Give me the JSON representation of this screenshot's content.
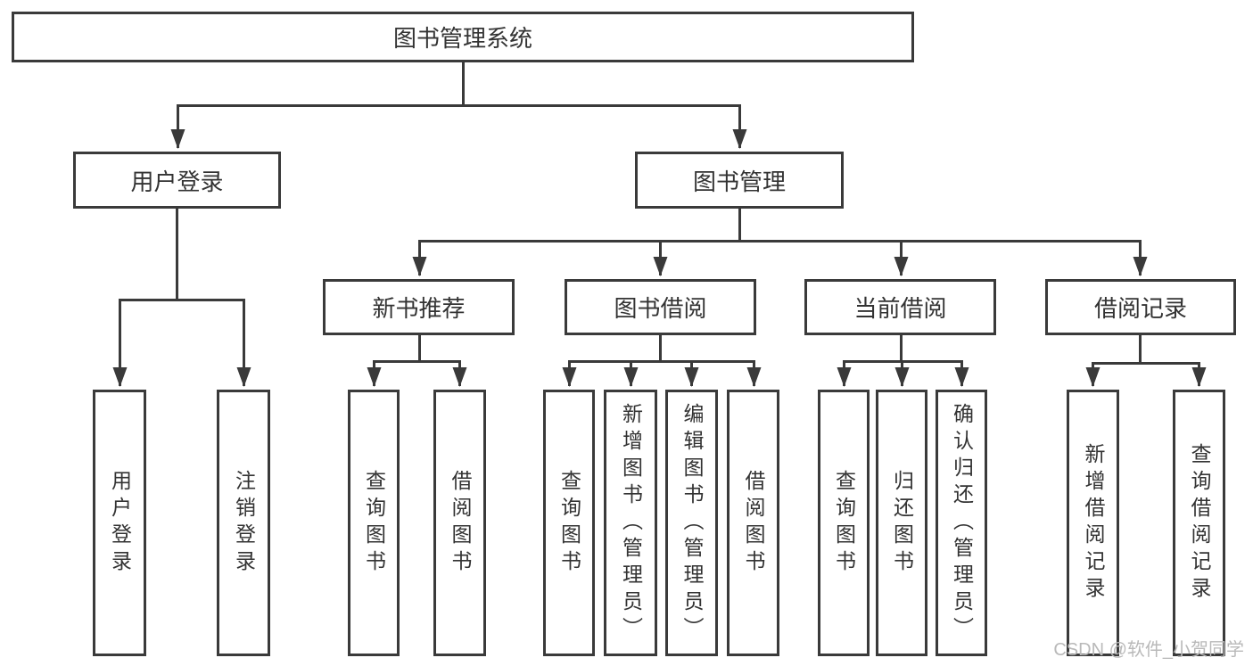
{
  "root": {
    "label": "图书管理系统"
  },
  "branches": {
    "user_login": {
      "label": "用户登录",
      "leaves": [
        {
          "label": "用户登录"
        },
        {
          "label": "注销登录"
        }
      ]
    },
    "book_mgmt": {
      "label": "图书管理",
      "groups": [
        {
          "label": "新书推荐",
          "leaves": [
            {
              "label": "查询图书"
            },
            {
              "label": "借阅图书"
            }
          ]
        },
        {
          "label": "图书借阅",
          "leaves": [
            {
              "label": "查询图书"
            },
            {
              "label": "新增图书（管理员）"
            },
            {
              "label": "编辑图书（管理员）"
            },
            {
              "label": "借阅图书"
            }
          ]
        },
        {
          "label": "当前借阅",
          "leaves": [
            {
              "label": "查询图书"
            },
            {
              "label": "归还图书"
            },
            {
              "label": "确认归还（管理员）"
            }
          ]
        },
        {
          "label": "借阅记录",
          "leaves": [
            {
              "label": "新增借阅记录"
            },
            {
              "label": "查询借阅记录"
            }
          ]
        }
      ]
    }
  },
  "watermark": {
    "text": "CSDN @软件_小贺同学"
  },
  "colors": {
    "line": "#3a3a3a",
    "box_border": "#3a3a3a",
    "box_bg": "#ffffff",
    "text": "#333333",
    "watermark": "#b9b9b9"
  }
}
